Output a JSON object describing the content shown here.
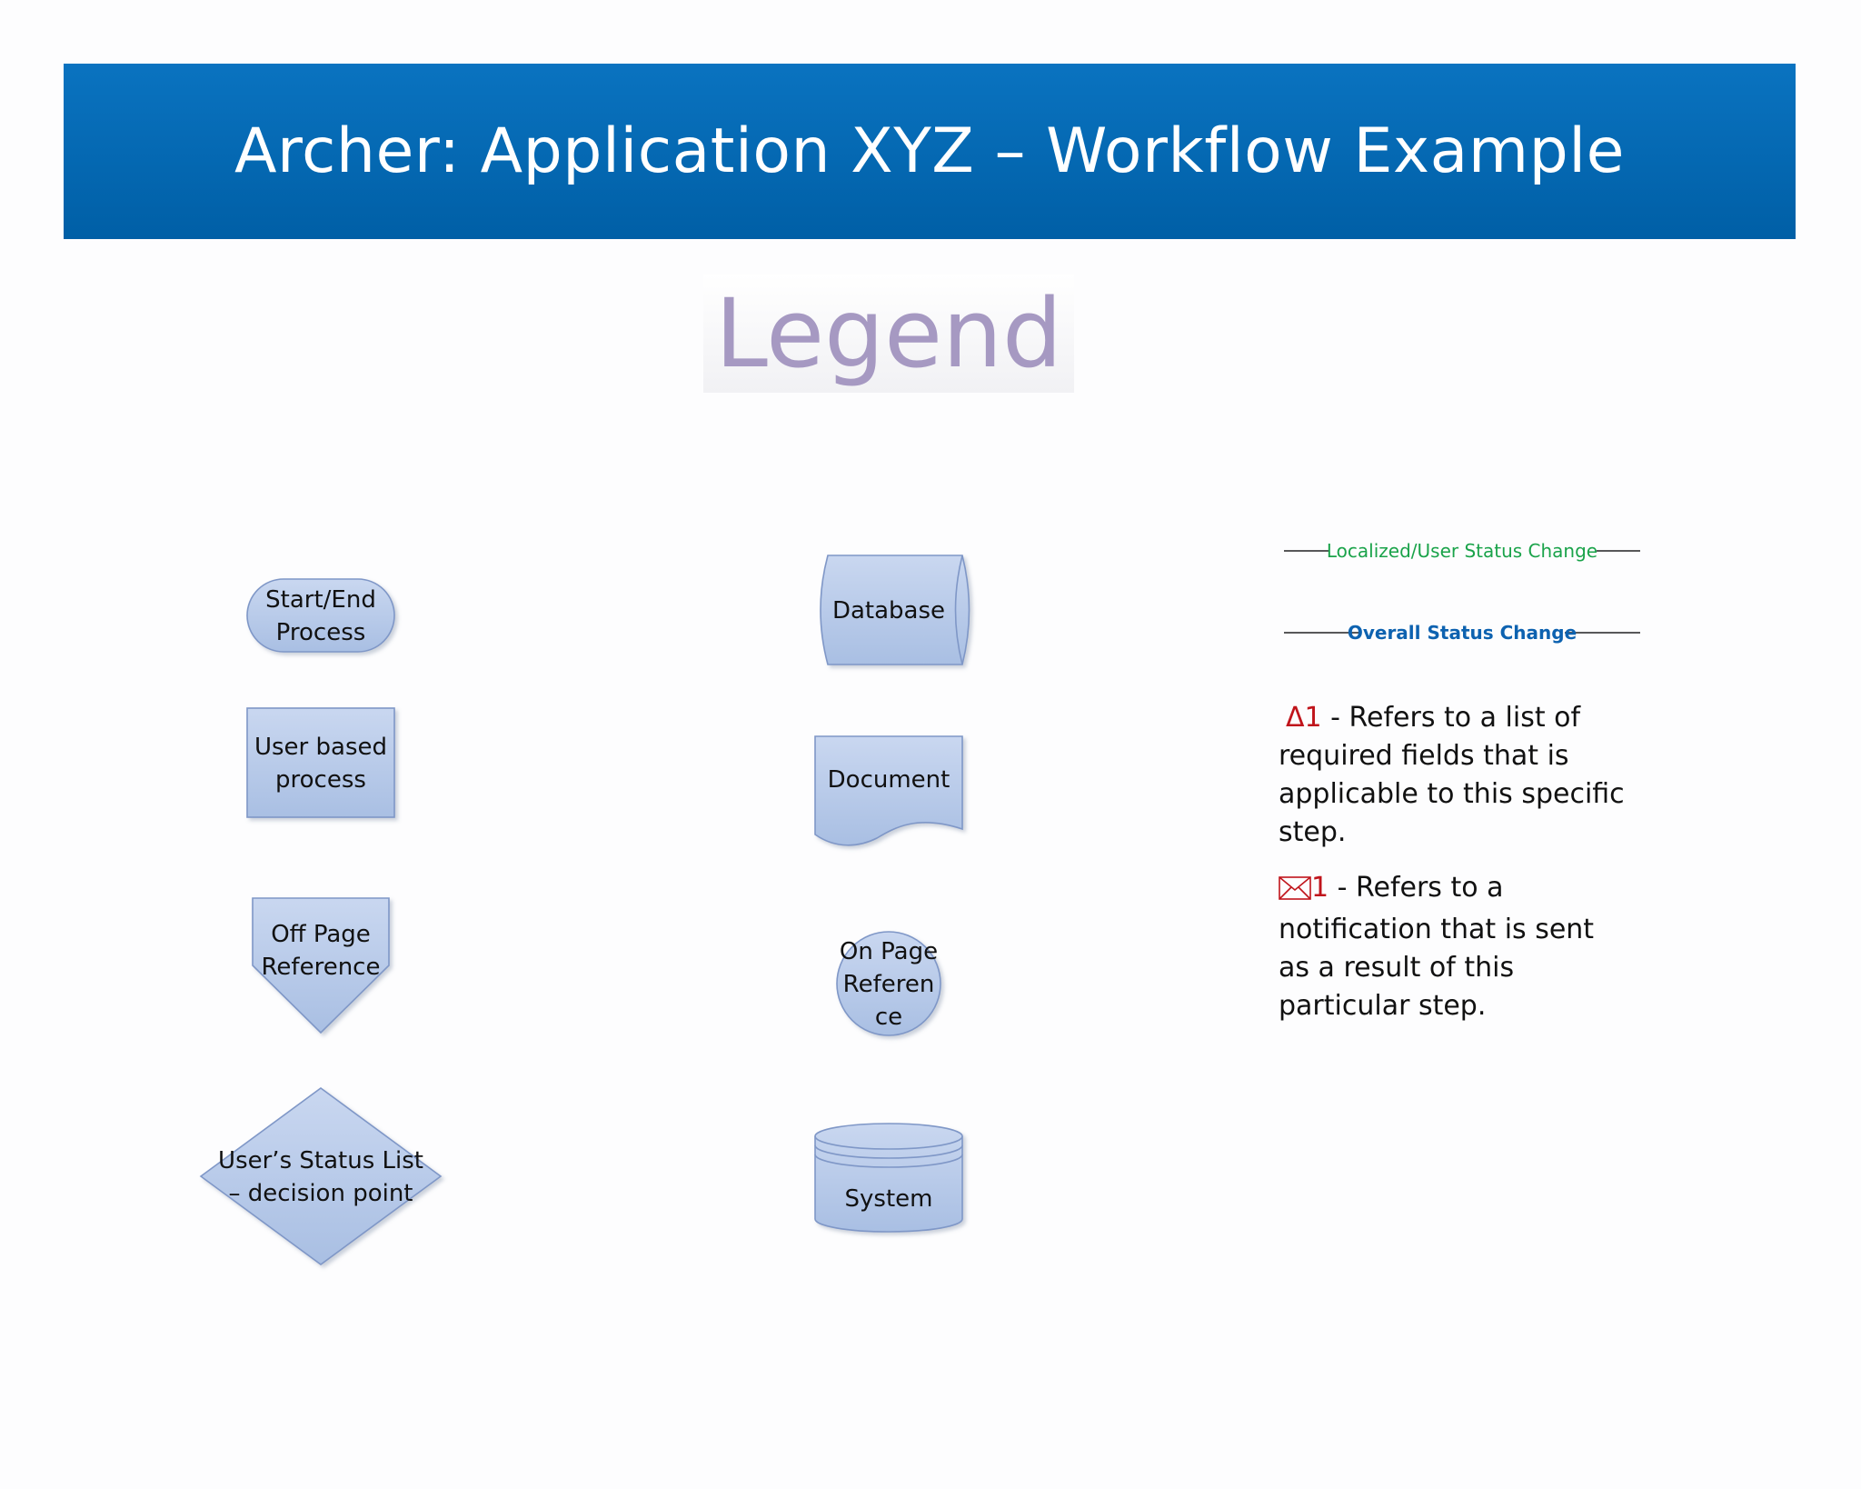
{
  "header": {
    "title": "Archer: Application XYZ – Workflow Example"
  },
  "legend_title": "Legend",
  "shapes": {
    "start_end": {
      "line1": "Start/End",
      "line2": "Process"
    },
    "user_process": {
      "line1": "User based",
      "line2": "process"
    },
    "off_page": {
      "line1": "Off Page",
      "line2": "Reference"
    },
    "decision": {
      "line1": "User’s Status List",
      "line2": "– decision point"
    },
    "database": {
      "label": "Database"
    },
    "document": {
      "label": "Document"
    },
    "on_page": {
      "line1": "On Page",
      "line2": "Referen",
      "line3": "ce"
    },
    "system": {
      "label": "System"
    }
  },
  "lines": {
    "localized": {
      "label": "Localized/User Status Change",
      "color": "#1aa34a"
    },
    "overall": {
      "label": "Overall Status Change",
      "color": "#0d62b0"
    }
  },
  "notes": {
    "required": {
      "marker": "Δ1",
      "line1": " - Refers to a list of",
      "line2": "required fields that is",
      "line3": "applicable to this specific",
      "line4": "step."
    },
    "notification": {
      "icon": "envelope-icon",
      "marker": "1",
      "line1": " - Refers to a",
      "line2": "notification that is sent",
      "line3": "as a result of this",
      "line4": "particular step."
    }
  },
  "colors": {
    "header": "#0a6fba",
    "shape_fill": "#b7c9e8",
    "shape_stroke": "#7f97c7",
    "legend_text": "#a699c2",
    "marker": "#c0141b"
  }
}
